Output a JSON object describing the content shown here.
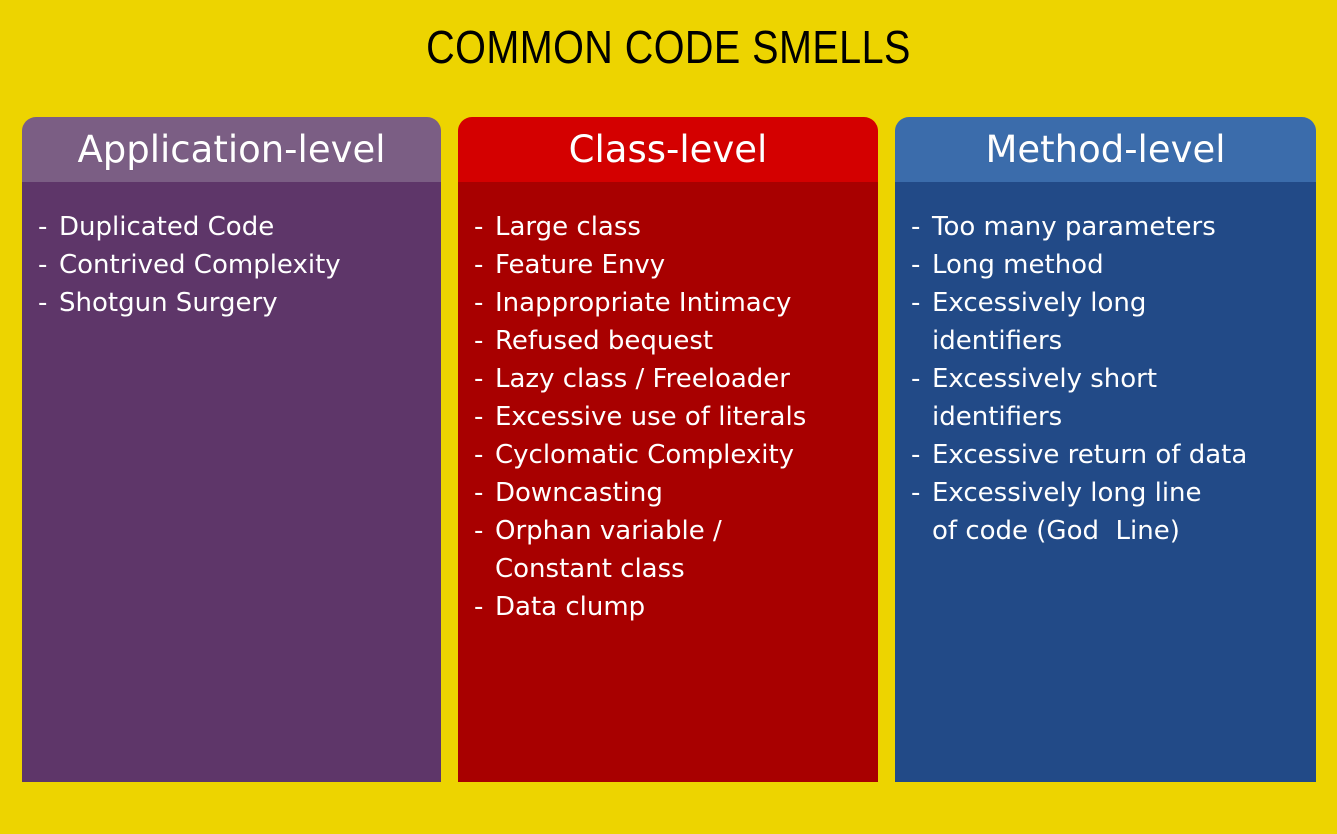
{
  "slide": {
    "title": "COMMON CODE SMELLS",
    "background_color": "#edd400",
    "title_color": "#000000"
  },
  "columns": [
    {
      "id": "application-level",
      "header": "Application-level",
      "header_color": "#7b5e84",
      "body_color": "#5e3669",
      "text_color": "#ffffff",
      "bullet": "-",
      "items": [
        "Duplicated Code",
        "Contrived Complexity",
        "Shotgun Surgery"
      ]
    },
    {
      "id": "class-level",
      "header": "Class-level",
      "header_color": "#d40000",
      "body_color": "#a80000",
      "text_color": "#ffffff",
      "bullet": "-",
      "items": [
        "Large class",
        "Feature Envy",
        "Inappropriate Intimacy",
        "Refused bequest",
        "Lazy class / Freeloader",
        "Excessive use of literals",
        "Cyclomatic Complexity",
        "Downcasting",
        "Orphan variable /\nConstant class",
        "Data clump"
      ]
    },
    {
      "id": "method-level",
      "header": "Method-level",
      "header_color": "#3b6cab",
      "body_color": "#224a87",
      "text_color": "#ffffff",
      "bullet": "-",
      "items": [
        "Too many parameters",
        "Long method",
        "Excessively long\nidentifiers",
        "Excessively short\nidentifiers",
        "Excessive return of data",
        "Excessively long line\nof code (God  Line)"
      ]
    }
  ]
}
